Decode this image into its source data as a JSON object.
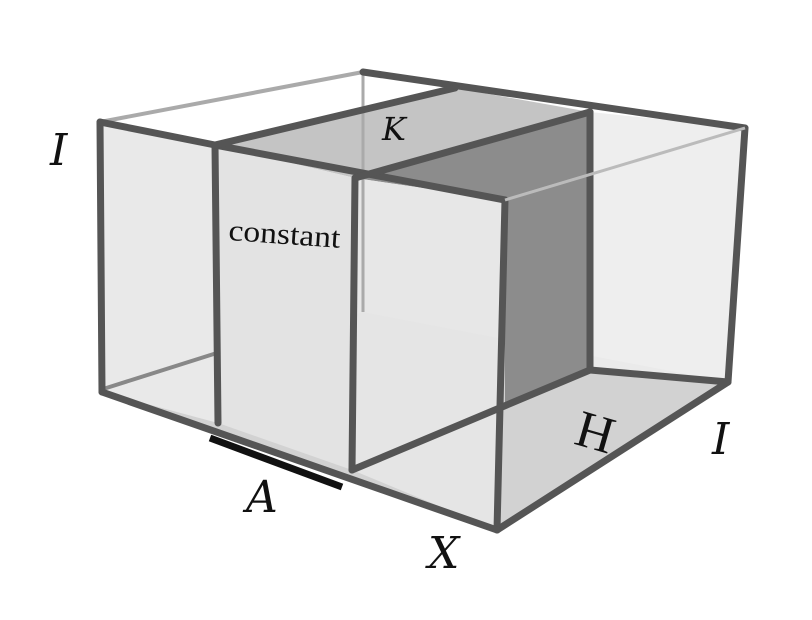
{
  "labels": {
    "top_left_I": "I",
    "top_K": "K",
    "slab_text": "constant",
    "bottom_A": "A",
    "bottom_X": "X",
    "right_I": "I",
    "floor_H": "H"
  },
  "colors": {
    "edge": "#555555",
    "front_panel": "#e6e6e6",
    "top_strip": "#c4c4c4",
    "dark_wall": "#8c8c8c",
    "floor": "#d2d2d2",
    "right_panel": "#ececec",
    "ink": "#111111"
  }
}
